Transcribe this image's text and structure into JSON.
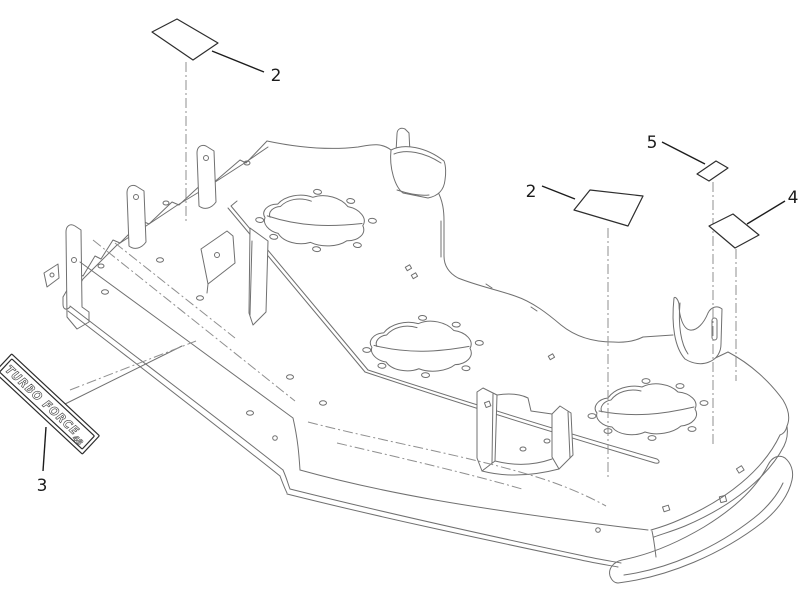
{
  "diagram": {
    "background_color": "#ffffff",
    "artwork_line_color": "#707070",
    "centerline_color": "#8f8f8f",
    "callout_color": "#1c1c1c",
    "decal_outline_color": "#2e2e2e"
  },
  "callouts": [
    {
      "key": "2-top-left",
      "label": "2"
    },
    {
      "key": "2-right",
      "label": "2"
    },
    {
      "key": "3",
      "label": "3"
    },
    {
      "key": "4",
      "label": "4"
    },
    {
      "key": "5",
      "label": "5"
    }
  ],
  "decals": {
    "turbo_force": {
      "name": "TURBO FORCE",
      "size": "48"
    }
  }
}
